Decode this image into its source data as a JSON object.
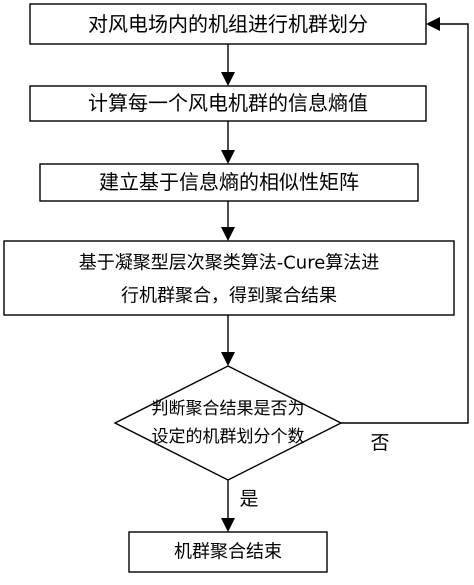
{
  "flowchart": {
    "step1": "对风电场内的机组进行机群划分",
    "step2": "计算每一个风电机群的信息熵值",
    "step3": "建立基于信息熵的相似性矩阵",
    "step4_line1": "基于凝聚型层次聚类算法-Cure算法进",
    "step4_line2": "行机群聚合，得到聚合结果",
    "decision_line1": "判断聚合结果是否为",
    "decision_line2": "设定的机群划分个数",
    "no_label": "否",
    "yes_label": "是",
    "end": "机群聚合结束"
  }
}
